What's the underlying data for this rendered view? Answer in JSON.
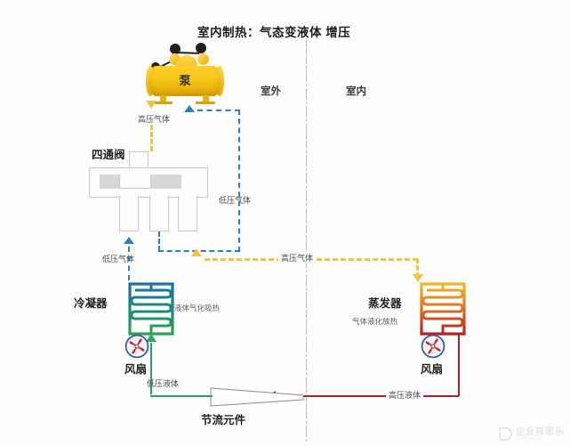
{
  "diagram": {
    "title": "室内制热：气态变液体 增压",
    "zones": {
      "outdoor": "室外",
      "indoor": "室内"
    },
    "components": {
      "pump": {
        "label": "泵",
        "name": "compressor-pump"
      },
      "four_way_valve": {
        "label": "四通阀",
        "name": "four-way-valve"
      },
      "condenser": {
        "label": "冷凝器",
        "name": "condenser-coil"
      },
      "evaporator": {
        "label": "蒸发器",
        "name": "evaporator-coil"
      },
      "throttle": {
        "label": "节流元件",
        "name": "throttling-element"
      },
      "fan_left": {
        "label": "风扇",
        "name": "outdoor-fan"
      },
      "fan_right": {
        "label": "风扇",
        "name": "indoor-fan"
      }
    },
    "flow_labels": {
      "high_pressure_gas_pump": "高压气体",
      "low_pressure_gas_valve": "低压气体",
      "low_pressure_gas_left": "低压气体",
      "high_pressure_gas_mid": "高压气体",
      "low_pressure_liquid": "低压液体",
      "high_pressure_liquid": "高压液体"
    },
    "process_notes": {
      "condenser_note": "液体气化吸热",
      "evaporator_note": "气体液化放热"
    },
    "colors": {
      "low_pressure_gas": "#2f7fbf",
      "high_pressure_gas": "#f0c544",
      "low_pressure_liquid": "#2e9e6b",
      "high_pressure_liquid": "#a8202c",
      "pump_body": "#f5c518",
      "condenser_coil": "#1f8f86",
      "evaporator_coil": "#c8332a",
      "divider": "#bdbdbd"
    },
    "watermark": {
      "text": "企业邦思乐",
      "sub": "QIYEBANG"
    }
  }
}
